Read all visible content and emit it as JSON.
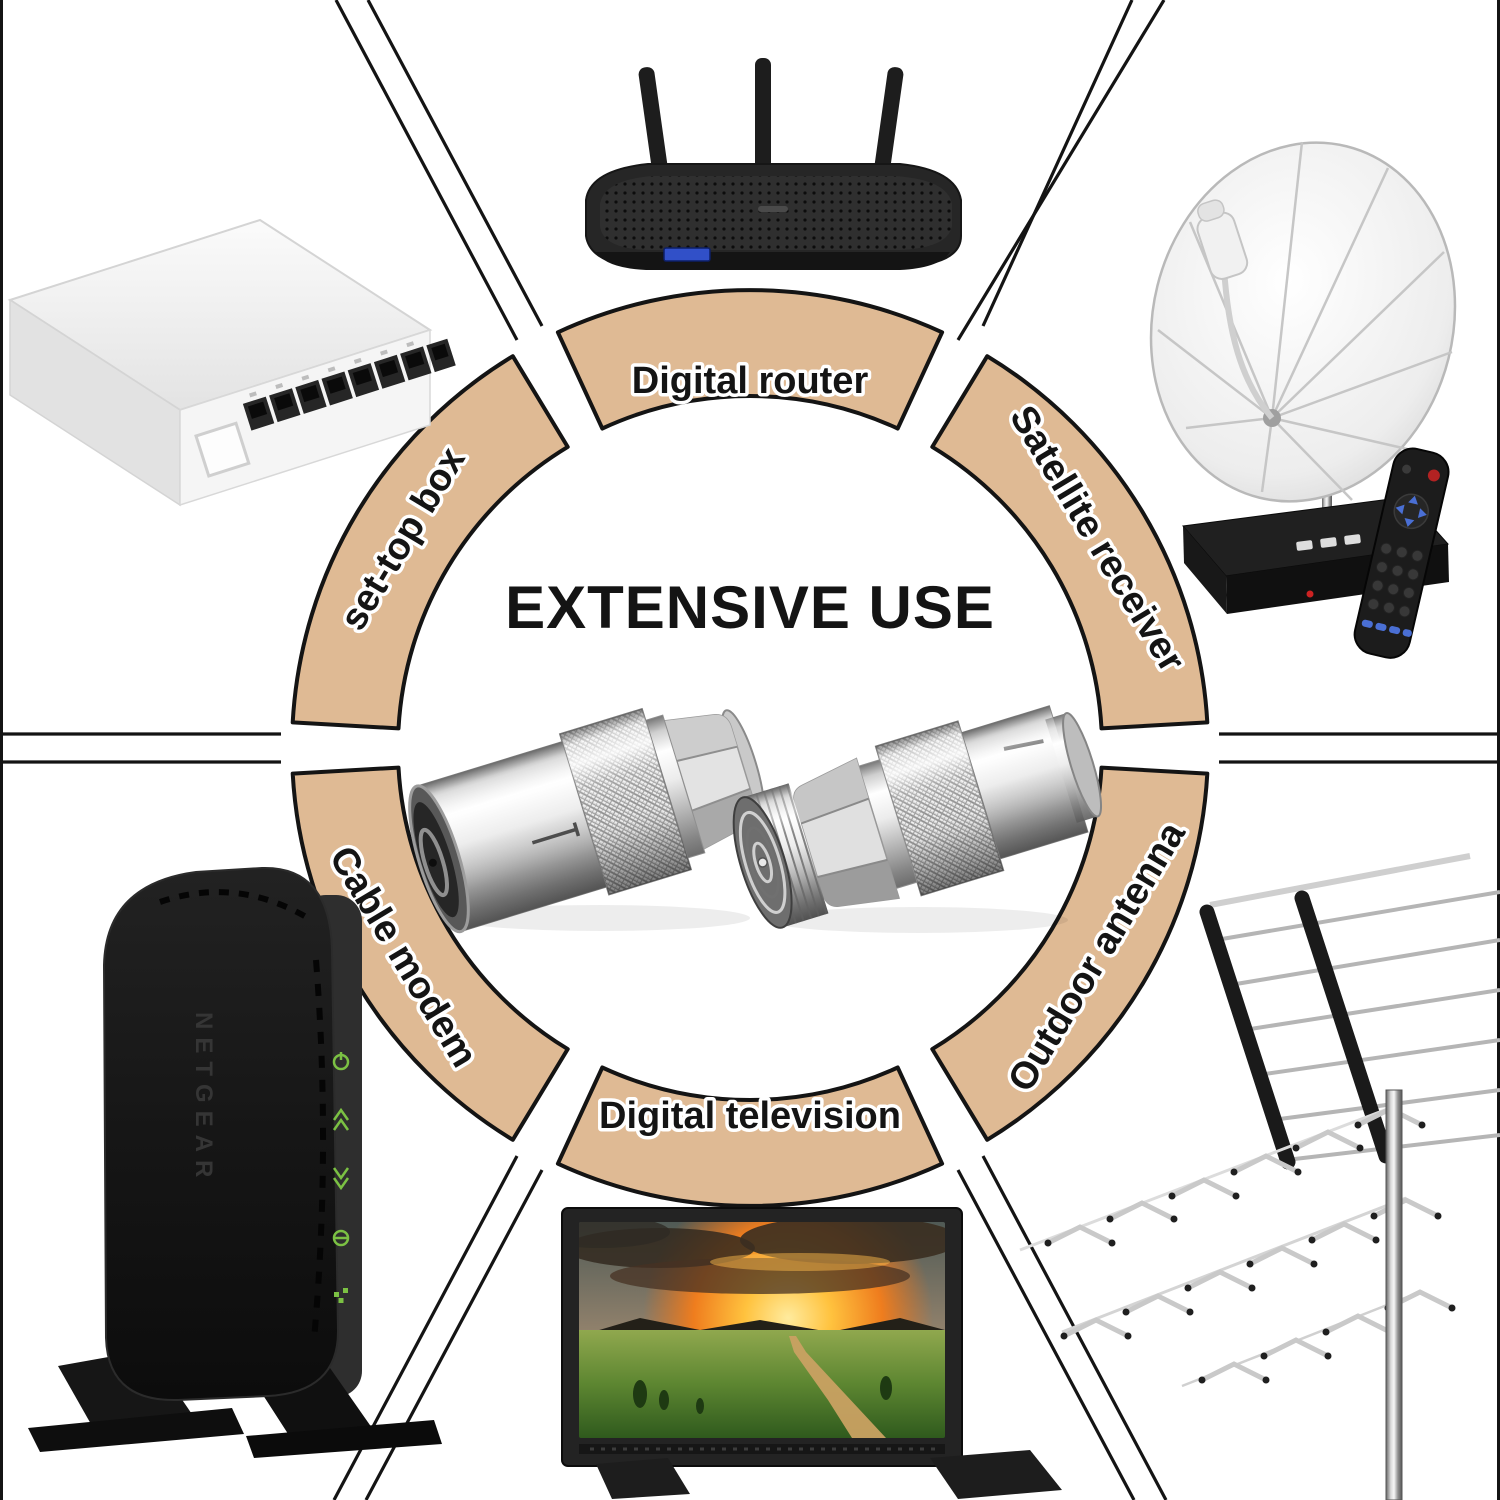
{
  "center": {
    "title": "EXTENSIVE USE",
    "products": [
      {
        "name": "coax-adapter-iec-female-to-f-male"
      },
      {
        "name": "coax-adapter-f-male-to-iec-male"
      }
    ]
  },
  "segments": [
    {
      "position": "top",
      "label": "Digital router",
      "illustration": "wifi-router"
    },
    {
      "position": "top-right",
      "label": "Satellite receiver",
      "illustration": "satellite-dish-receiver-remote"
    },
    {
      "position": "bottom-right",
      "label": "Outdoor antenna",
      "illustration": "yagi-tv-antenna-on-mast"
    },
    {
      "position": "bottom",
      "label": "Digital television",
      "illustration": "flat-screen-tv-sunset-scene"
    },
    {
      "position": "bottom-left",
      "label": "Cable modem",
      "illustration": "netgear-cable-modem"
    },
    {
      "position": "top-left",
      "label": "set-top box",
      "illustration": "network-switch"
    }
  ],
  "device_text": {
    "modem_brand": "NETGEAR"
  },
  "colors": {
    "background": "#ffffff",
    "band_fill": "#dfba94",
    "outline": "#141414",
    "label_text": "#141414",
    "label_halo": "#ffffff"
  }
}
